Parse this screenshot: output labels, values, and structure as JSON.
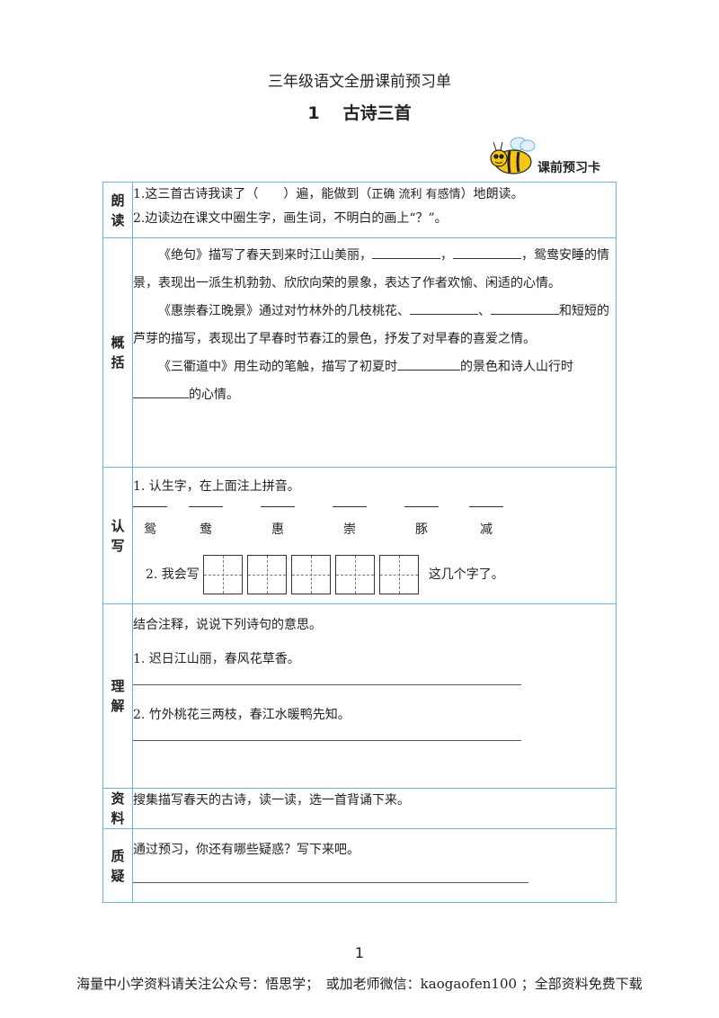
{
  "header": {
    "title": "三年级语文全册课前预习单",
    "lesson_number": "1",
    "lesson_title": "古诗三首",
    "card_label": "课前预习卡"
  },
  "sections": {
    "read": {
      "label_1": "朗",
      "label_2": "读",
      "line1_a": "1.这三首古诗我读了（　　）遍，能做到（",
      "line1_b": "正确 流利 有感情",
      "line1_c": "）地朗读。",
      "line2": "2.边读边在课文中圈生字，画生词，不明白的画上“？”。"
    },
    "summary": {
      "label_1": "概",
      "label_2": "括",
      "p1_a": "《绝句》描写了春天到来时江山美丽，",
      "p1_sep": "，",
      "p1_b": "，鸳鸯安睡的情景，表现出一派生机勃勃、欣欣向荣的景象，表达了作者欢愉、闲适的心情。",
      "p2_a": "《惠崇春江晚景》通过对竹林外的几枝桃花、",
      "p2_sep": "、",
      "p2_b": "和短短的芦芽的描写，表现出了早春时节春江的景色，抒发了对早春的喜爱之情。",
      "p3_a": "《三衢道中》用生动的笔触，描写了初夏时",
      "p3_b": "的景色和诗人山行时",
      "p3_c": "的心情。"
    },
    "write": {
      "label_1": "认",
      "label_2": "写",
      "q1": "1. 认生字，在上面注上拼音。",
      "chars": [
        "鸳",
        "鸯",
        "惠",
        "崇",
        "豚",
        "减"
      ],
      "q2_a": "2. 我会写",
      "q2_b": "这几个字了。"
    },
    "understand": {
      "label_1": "理",
      "label_2": "解",
      "intro": "结合注释，说说下列诗句的意思。",
      "q1": "1. 迟日江山丽，春风花草香。",
      "q2": "2. 竹外桃花三两枝，春江水暖鸭先知。"
    },
    "material": {
      "label_1": "资",
      "label_2": "料",
      "text": "搜集描写春天的古诗，读一读，选一首背诵下来。"
    },
    "question": {
      "label_1": "质",
      "label_2": "疑",
      "text": "通过预习，你还有哪些疑惑？写下来吧。"
    }
  },
  "footer": {
    "page_number": "1",
    "text": "海量中小学资料请关注公众号：悟思学；　或加老师微信：kaogaofen100 ；全部资料免费下载"
  },
  "colors": {
    "table_border": "#6ab7dd",
    "bee_yellow": "#f5c518"
  }
}
